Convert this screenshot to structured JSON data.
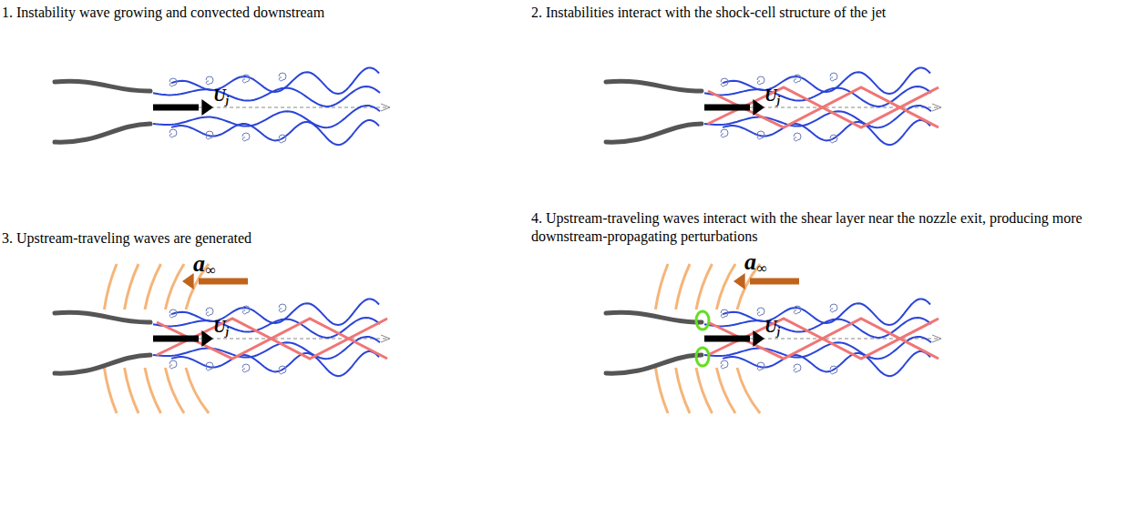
{
  "diagram": {
    "labels": [
      "1. Instability wave growing and convected downstream",
      "2. Instabilities interact with the shock-cell structure of the jet",
      "3. Upstream-traveling waves are generated",
      "4. Upstream-traveling waves interact with the shear layer near the nozzle exit, producing more downstream-propagating perturbations",
      "Uj",
      "Uj",
      "Uj",
      "Uj",
      "a∞",
      "a∞"
    ]
  }
}
